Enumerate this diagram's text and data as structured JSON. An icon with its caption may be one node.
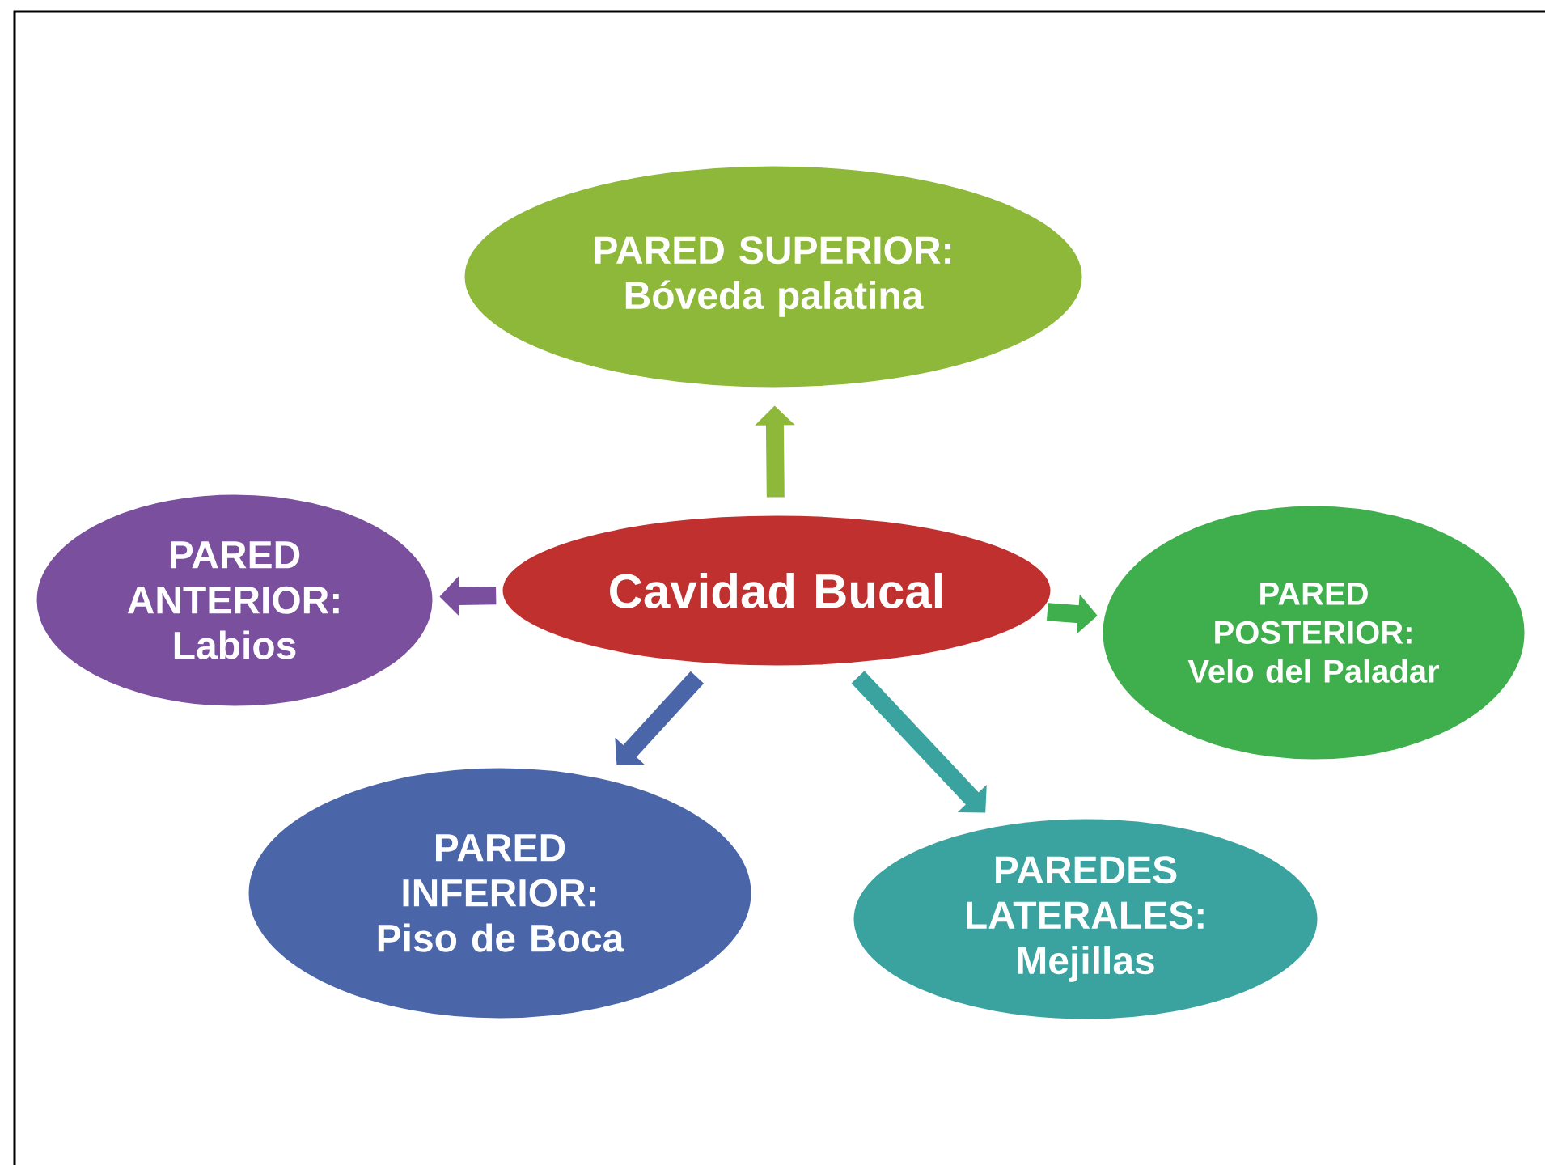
{
  "diagram": {
    "nodes": [
      {
        "text": [
          "PARED SUPERIOR: Bóveda palatina"
        ]
      },
      {
        "text": [
          "PARED ANTERIOR: Labios"
        ]
      },
      {
        "text": [
          "Cavidad Bucal"
        ]
      },
      {
        "text": [
          "PARED POSTERIOR: Velo del Paladar"
        ]
      },
      {
        "text": [
          "PARED INFERIOR: Piso de Boca"
        ]
      },
      {
        "text": [
          "PAREDES LATERALES: Mejillas"
        ]
      }
    ],
    "edges": [
      {
        "from": 2,
        "to": 0,
        "arrow": "to",
        "color": "#8db83a"
      },
      {
        "from": 2,
        "to": 1,
        "arrow": "to",
        "color": "#7a4f9e"
      },
      {
        "from": 2,
        "to": 3,
        "arrow": "to",
        "color": "#3fae4c"
      },
      {
        "from": 2,
        "to": 4,
        "arrow": "to",
        "color": "#4a66a8"
      },
      {
        "from": 2,
        "to": 5,
        "arrow": "to",
        "color": "#3aa3a0"
      }
    ]
  }
}
